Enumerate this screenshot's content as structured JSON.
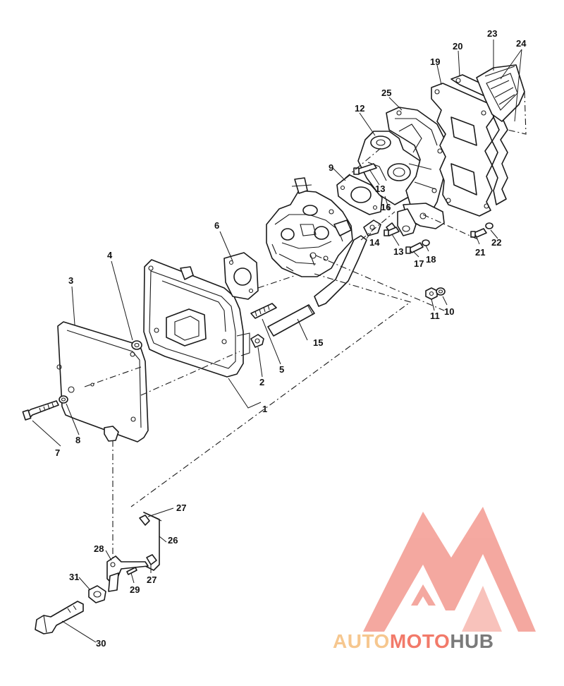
{
  "callouts": [
    "1",
    "2",
    "3",
    "4",
    "5",
    "6",
    "7",
    "8",
    "9",
    "10",
    "11",
    "12",
    "13",
    "13",
    "14",
    "15",
    "16",
    "17",
    "18",
    "19",
    "20",
    "21",
    "22",
    "23",
    "24",
    "25",
    "26",
    "27",
    "27",
    "28",
    "29",
    "30",
    "31"
  ],
  "watermark": {
    "part1": "AUTO",
    "part2": "MOTO",
    "part3": "HUB",
    "color_auto": "#f6c78f",
    "color_moto": "#f27a6a",
    "color_hub": "#7a7a7a",
    "logo_color": "#f39a90"
  }
}
